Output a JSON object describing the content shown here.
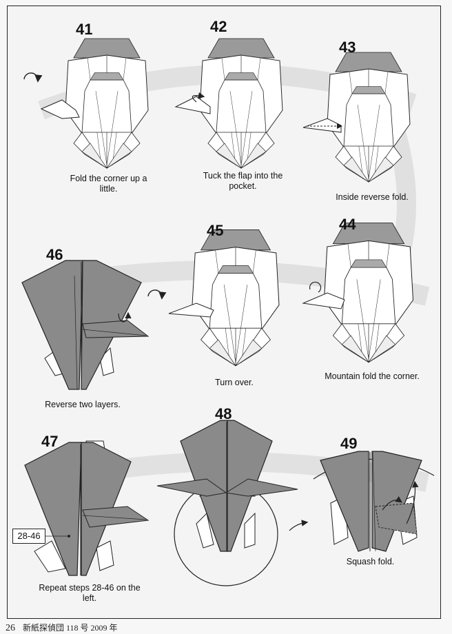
{
  "page": {
    "page_number": "26",
    "footer_text": "新紙探偵団 118 号 2009 年"
  },
  "steps": [
    {
      "number": "41",
      "caption": "Fold the corner up a little."
    },
    {
      "number": "42",
      "caption": "Tuck the flap into the pocket."
    },
    {
      "number": "43",
      "caption": "Inside reverse fold."
    },
    {
      "number": "44",
      "caption": "Mountain fold the corner."
    },
    {
      "number": "45",
      "caption": "Turn over."
    },
    {
      "number": "46",
      "caption": "Reverse two layers."
    },
    {
      "number": "47",
      "caption": "Repeat steps 28-46 on the left."
    },
    {
      "number": "48",
      "caption": ""
    },
    {
      "number": "49",
      "caption": "Squash fold."
    }
  ],
  "reference_label": "28-46",
  "colors": {
    "paper_white": "#ffffff",
    "paper_light": "#e9e9e9",
    "paper_gray": "#8a8a8a",
    "paper_dark": "#6f6f6f",
    "line": "#222222",
    "background_swirl": "#d9d9d9"
  }
}
